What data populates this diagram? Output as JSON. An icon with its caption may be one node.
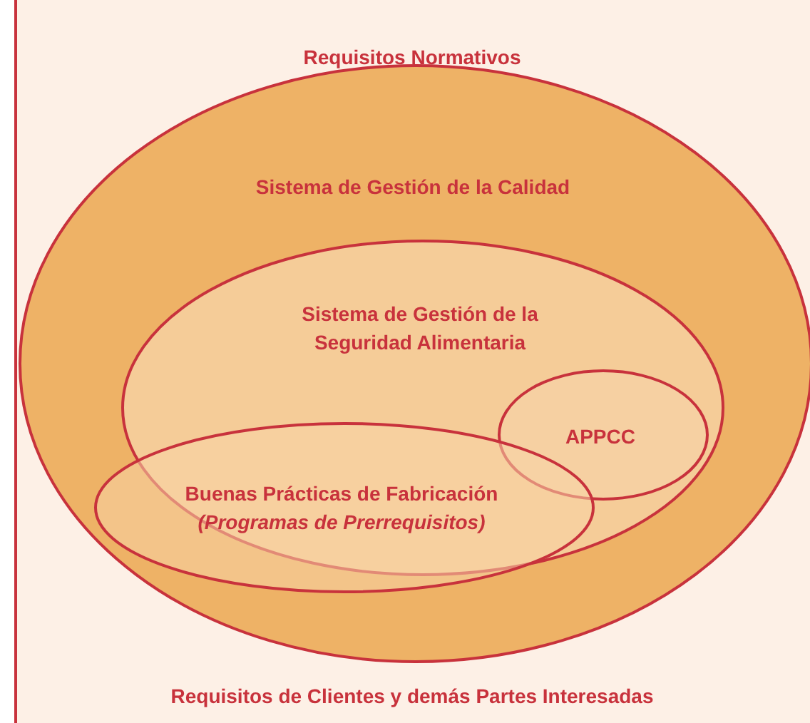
{
  "diagram": {
    "nodes": [
      {
        "text": [
          "Requisitos Normativos",
          "Requisitos de Clientes y demás Partes Interesadas"
        ]
      },
      {
        "text": [
          "Sistema de Gestión de la Calidad"
        ],
        "in": 0
      },
      {
        "text": [
          "Sistema de Gestión de la Seguridad Alimentaria"
        ],
        "in": 1
      },
      {
        "text": [
          "APPCC"
        ],
        "in": 2
      },
      {
        "text": [
          "Buenas Prácticas de Fabricación",
          "(Programas de Prerrequisitos)"
        ],
        "in": 1
      }
    ]
  }
}
